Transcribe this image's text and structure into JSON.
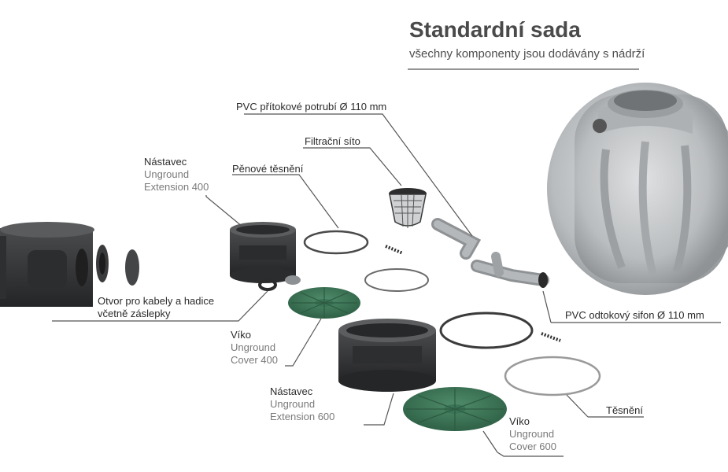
{
  "header": {
    "title": "Standardní sada",
    "subtitle": "všechny komponenty jsou dodávány s nádrží"
  },
  "labels": {
    "inflow_pipe": "PVC přítokové potrubí Ø 110 mm",
    "filter": "Filtrační síto",
    "foam_seal": "Pěnové těsnění",
    "ext400_title": "Nástavec",
    "ext400_line1": "Unground",
    "ext400_line2": "Extension 400",
    "cable_hole_line1": "Otvor pro kabely a hadice",
    "cable_hole_line2": "včetně záslepky",
    "cover400_title": "Víko",
    "cover400_line1": "Unground",
    "cover400_line2": "Cover 400",
    "outflow_siphon": "PVC odtokový sifon Ø 110 mm",
    "ext600_title": "Nástavec",
    "ext600_line1": "Unground",
    "ext600_line2": "Extension 600",
    "seal": "Těsnění",
    "cover600_title": "Víko",
    "cover600_line1": "Unground",
    "cover600_line2": "Cover 600"
  },
  "colors": {
    "tank": "#c9ccce",
    "dark_parts": "#3c3d3f",
    "cover_green": "#3f7a5c",
    "leader": "#555555"
  }
}
